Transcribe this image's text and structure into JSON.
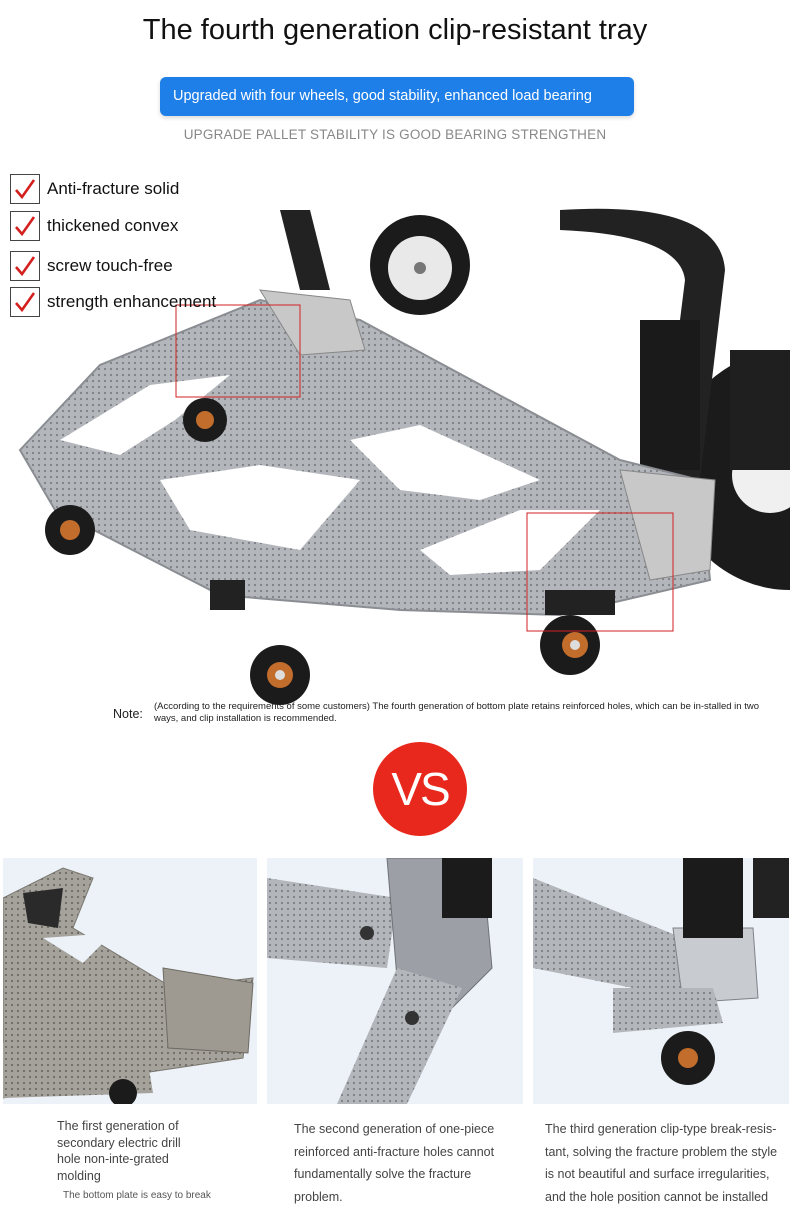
{
  "header": {
    "title": "The fourth generation clip-resistant tray",
    "banner": "Upgraded with four wheels, good stability, enhanced load bearing",
    "subtitle": "UPGRADE PALLET STABILITY IS GOOD BEARING STRENGTHEN"
  },
  "features": [
    {
      "label": "Anti-fracture solid"
    },
    {
      "label": "thickened convex"
    },
    {
      "label": "screw touch-free"
    },
    {
      "label": "strength enhancement"
    }
  ],
  "note": {
    "label": "Note:",
    "text": "(According to the requirements of some customers) The fourth generation of bottom plate retains reinforced holes, which can be in-stalled in two ways, and clip installation is recommended."
  },
  "vs_label": "VS",
  "comparisons": [
    {
      "caption": "The first generation of secondary electric drill hole non-inte-grated molding",
      "note": "The bottom plate is easy to break"
    },
    {
      "caption": "The second generation of one-piece reinforced anti-fracture holes cannot fundamentally solve the fracture problem."
    },
    {
      "caption": "The third generation clip-type break-resis-tant, solving the fracture problem the style is not beautiful and surface irregularities, and the hole position cannot be installed"
    }
  ],
  "colors": {
    "banner": "#1f7fe8",
    "vs_circle": "#e8281c",
    "check": "#d41f1f",
    "highlight_box": "#d22222",
    "metal": "#a9acb1",
    "tire": "#1b1b1b"
  }
}
